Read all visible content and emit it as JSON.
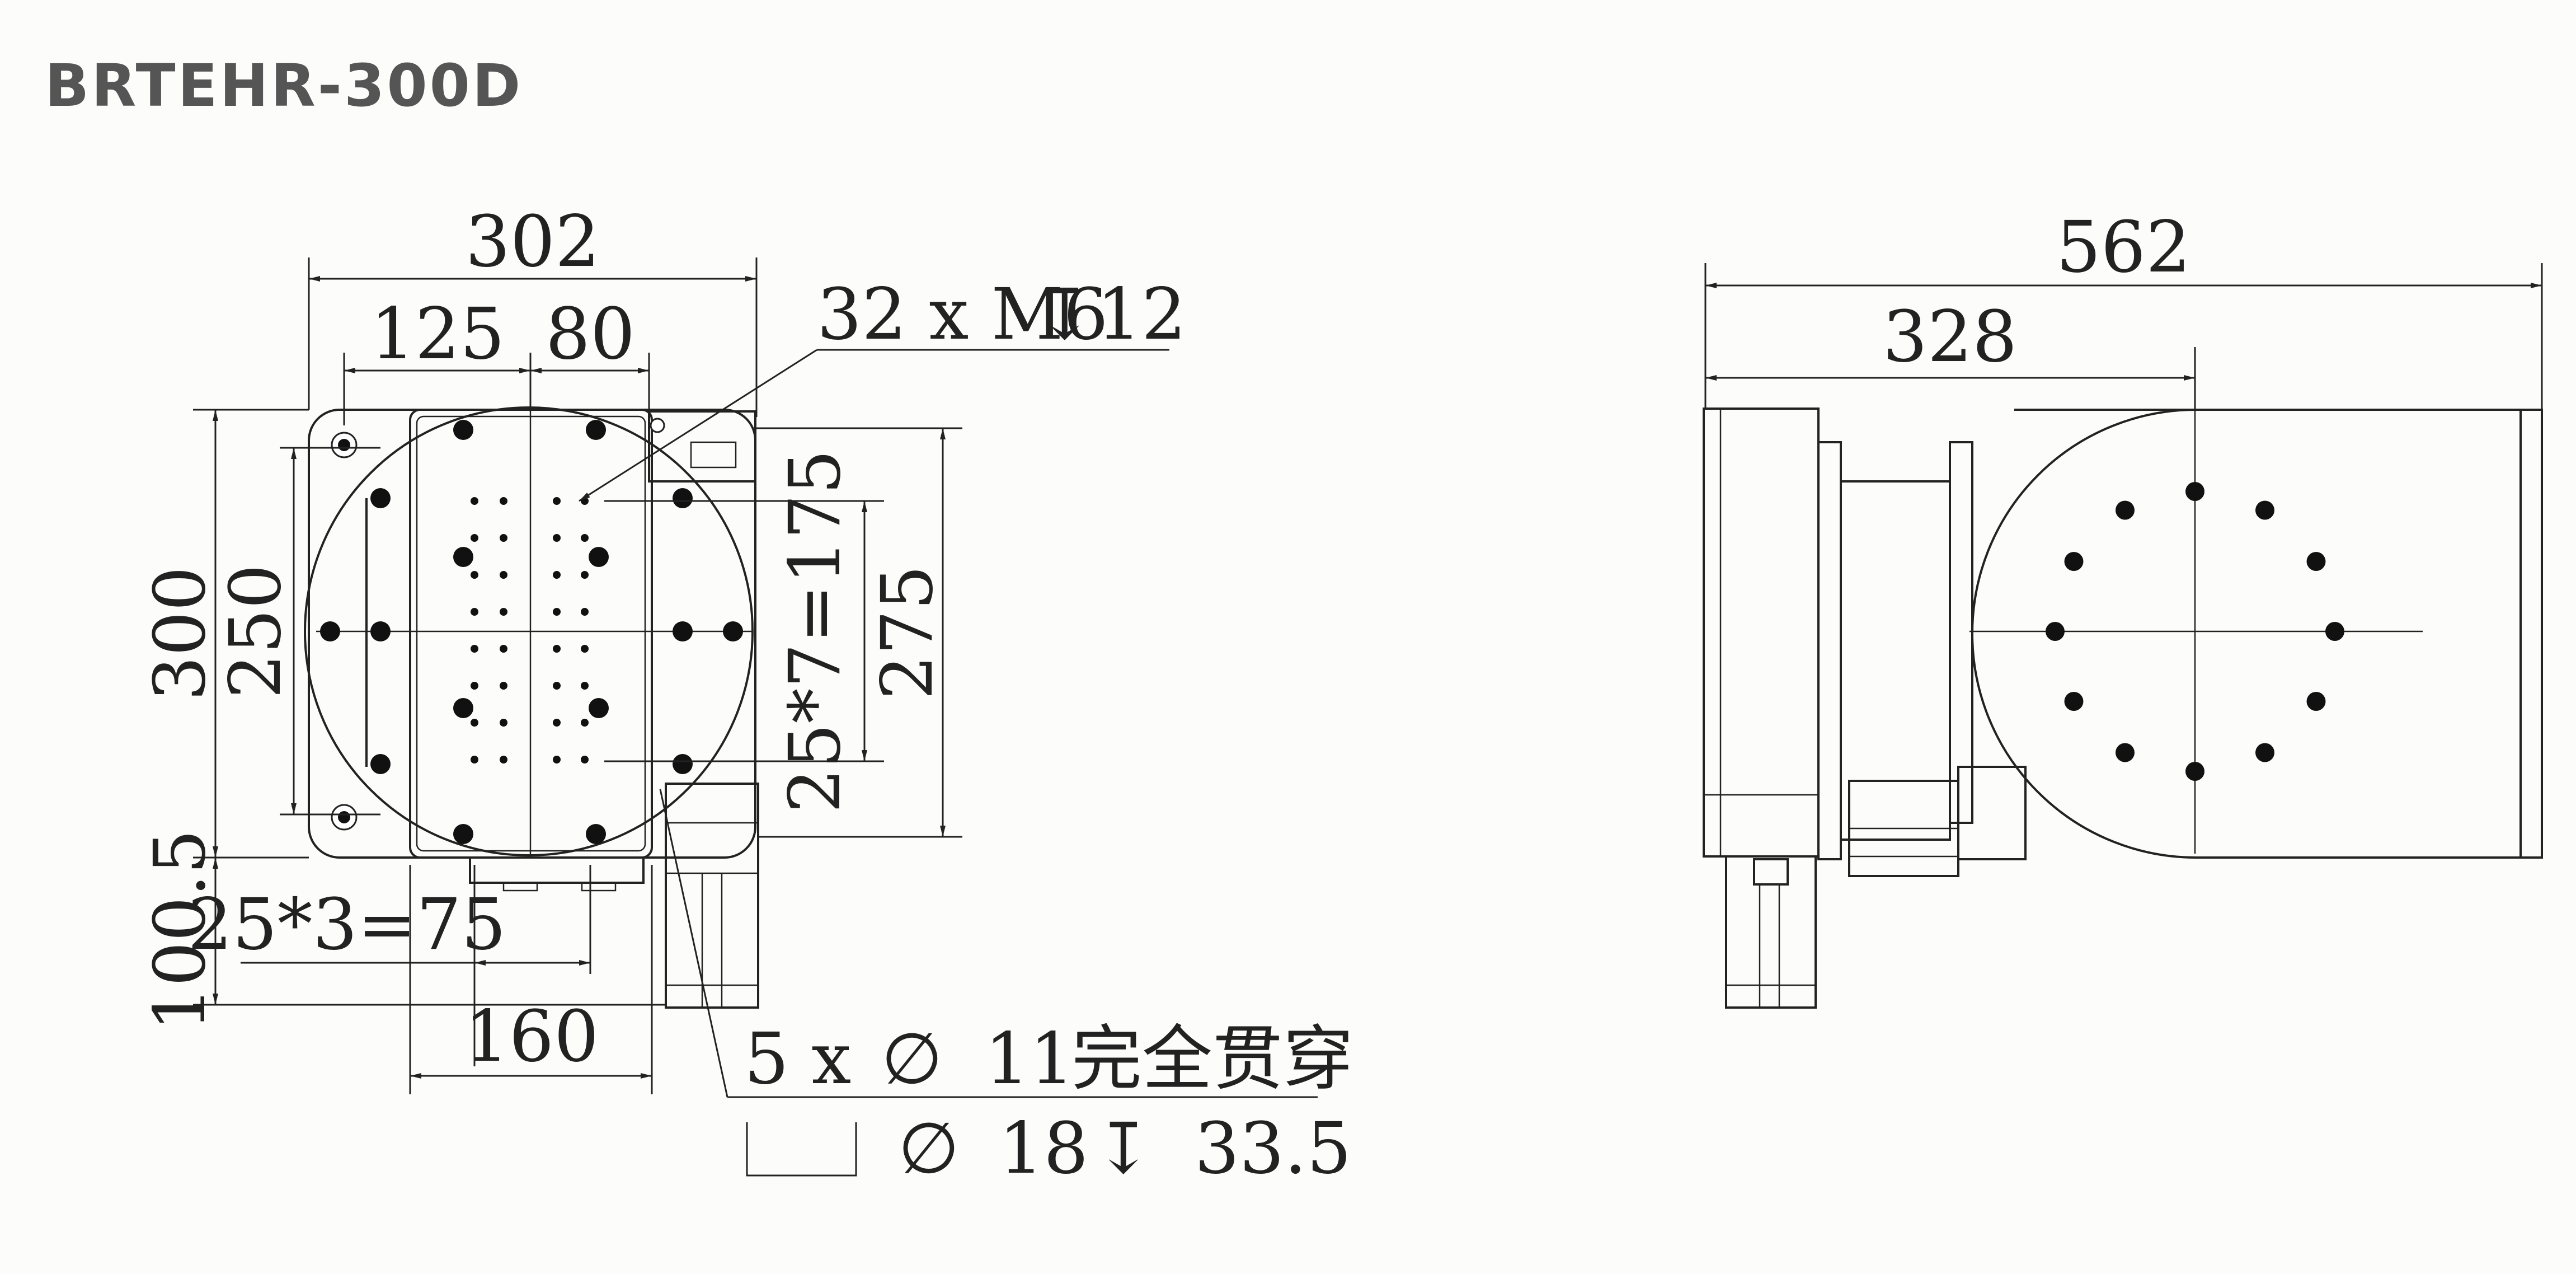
{
  "title": "BRTEHR-300D",
  "front_view": {
    "dim_overall_width": "302",
    "dim_offset": "125",
    "dim_table_width": "80",
    "dim_overall_height": "300",
    "dim_body_height": "250",
    "dim_pitch_vertical": "25*7=175",
    "dim_right_height": "275",
    "dim_bottom_extension": "100.5",
    "dim_pitch_horizontal": "25*3=75",
    "dim_bottom_width": "160"
  },
  "side_view": {
    "dim_overall_length": "562",
    "dim_partial_length": "328"
  },
  "callouts": {
    "tapped_holes": "32 x M6",
    "tapped_depth": "12",
    "through_holes": "5 x",
    "through_dia": "11",
    "through_note": "完全贯穿",
    "cbore_dia": "18",
    "cbore_depth": "33.5"
  },
  "symbols": {
    "diameter": "∅",
    "depth": "↧"
  }
}
